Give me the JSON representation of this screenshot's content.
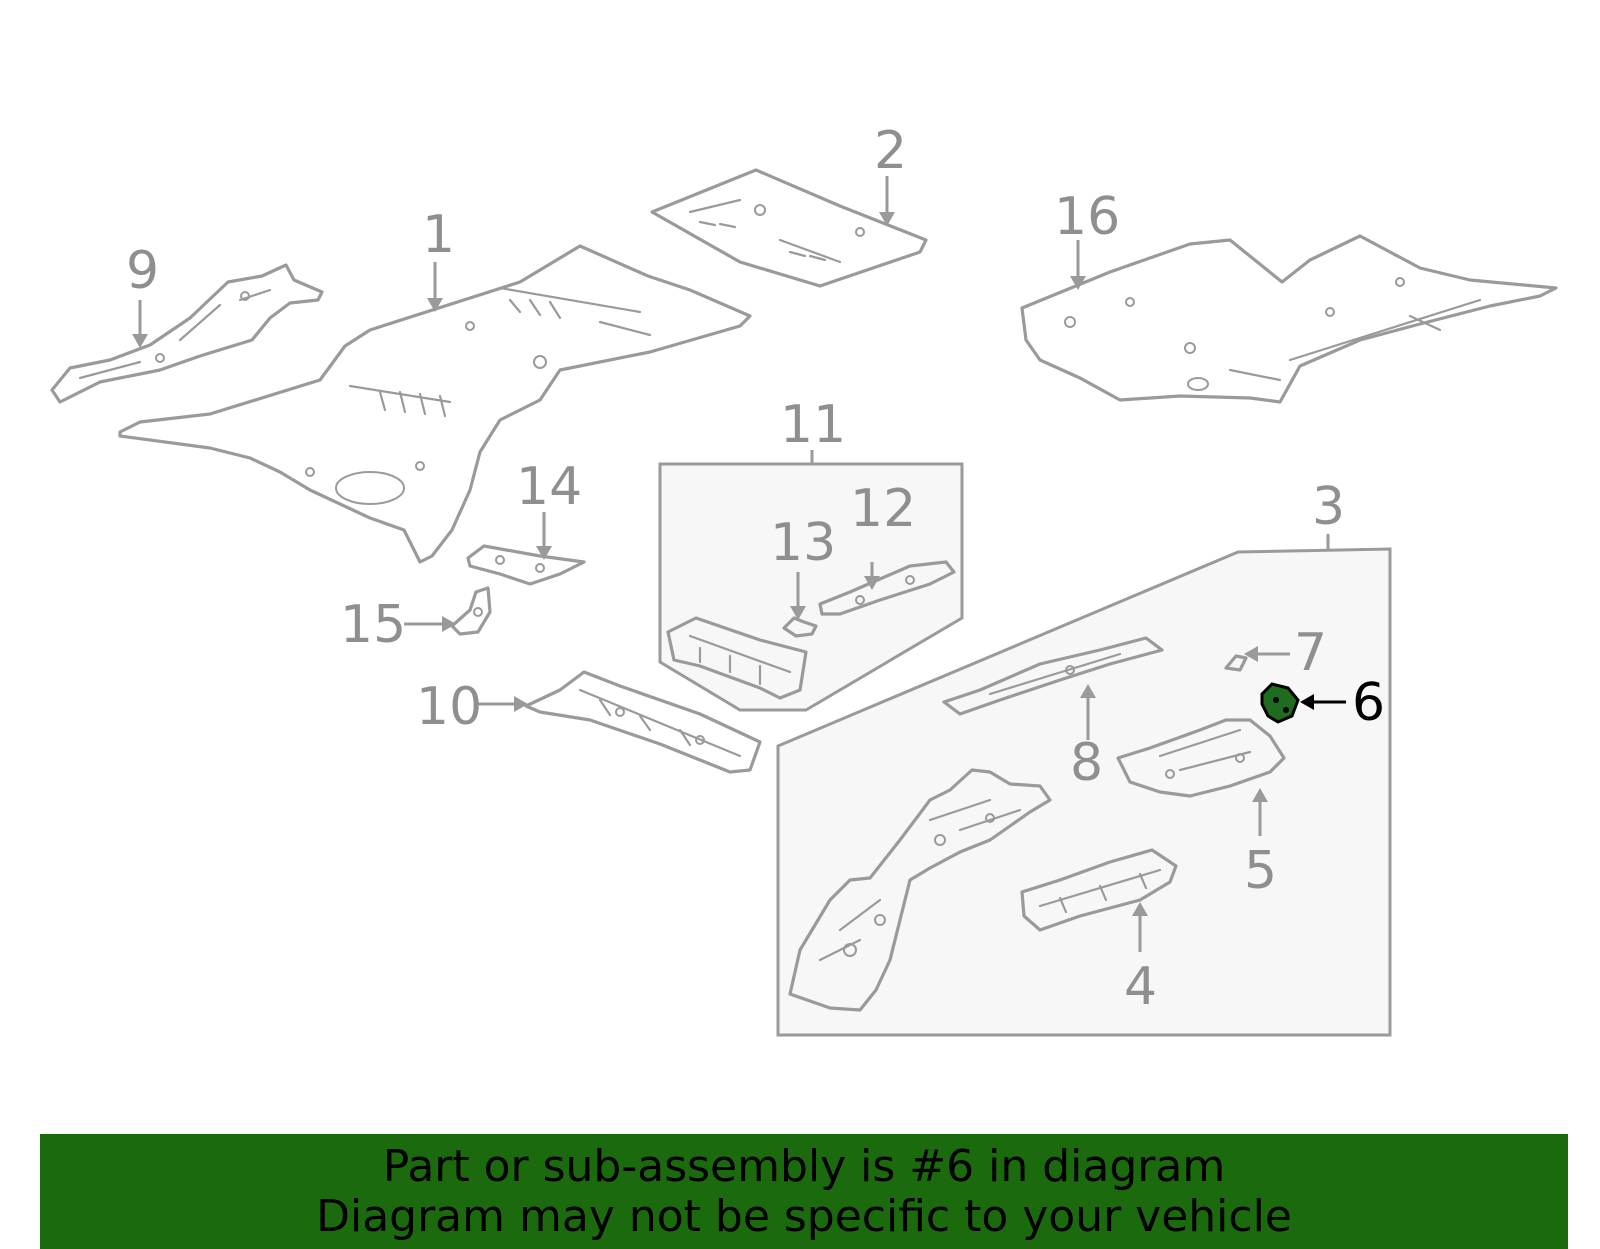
{
  "diagram": {
    "callouts": {
      "c1": "1",
      "c2": "2",
      "c3": "3",
      "c4": "4",
      "c5": "5",
      "c6": "6",
      "c7": "7",
      "c8": "8",
      "c9": "9",
      "c10": "10",
      "c11": "11",
      "c12": "12",
      "c13": "13",
      "c14": "14",
      "c15": "15",
      "c16": "16"
    },
    "highlighted_part": "6",
    "colors": {
      "line": "#9a9a9a",
      "highlight_fill": "#1f6b1f",
      "banner": "#1b6a0e"
    }
  },
  "banner": {
    "line1": "Part or sub-assembly is #6 in diagram",
    "line2": "Diagram may not be specific to your vehicle"
  }
}
